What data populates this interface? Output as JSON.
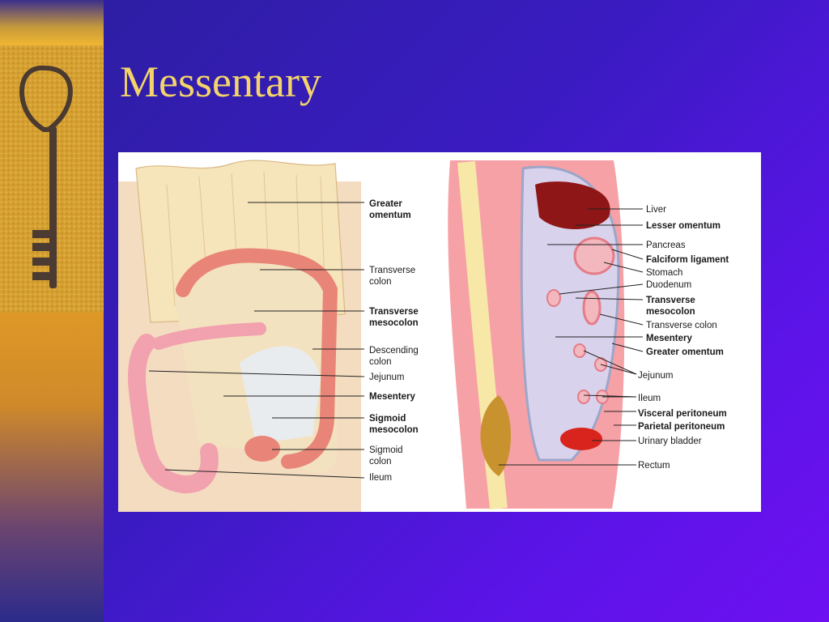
{
  "slide": {
    "title": "Messentary"
  },
  "left_figure": {
    "labels": [
      [
        "Greater",
        "omentum"
      ],
      [
        "Transverse",
        "colon"
      ],
      [
        "Transverse",
        "mesocolon"
      ],
      [
        "Descending",
        "colon"
      ],
      [
        "Jejunum"
      ],
      [
        "Mesentery"
      ],
      [
        "Sigmoid",
        "mesocolon"
      ],
      [
        "Sigmoid",
        "colon"
      ],
      [
        "Ileum"
      ]
    ]
  },
  "right_figure": {
    "labels": [
      [
        "Liver"
      ],
      [
        "Lesser omentum"
      ],
      [
        "Pancreas"
      ],
      [
        "Falciform ligament"
      ],
      [
        "Stomach"
      ],
      [
        "Duodenum"
      ],
      [
        "Transverse",
        "mesocolon"
      ],
      [
        "Transverse colon"
      ],
      [
        "Mesentery"
      ],
      [
        "Greater omentum"
      ],
      [
        "Jejunum"
      ],
      [
        "Ileum"
      ],
      [
        "Visceral peritoneum"
      ],
      [
        "Parietal peritoneum"
      ],
      [
        "Urinary bladder"
      ],
      [
        "Rectum"
      ]
    ]
  },
  "colors": {
    "title": "#f4d46a",
    "colon": "#e98578",
    "omentum": "#f6e2b4",
    "liver": "#8f1616"
  }
}
